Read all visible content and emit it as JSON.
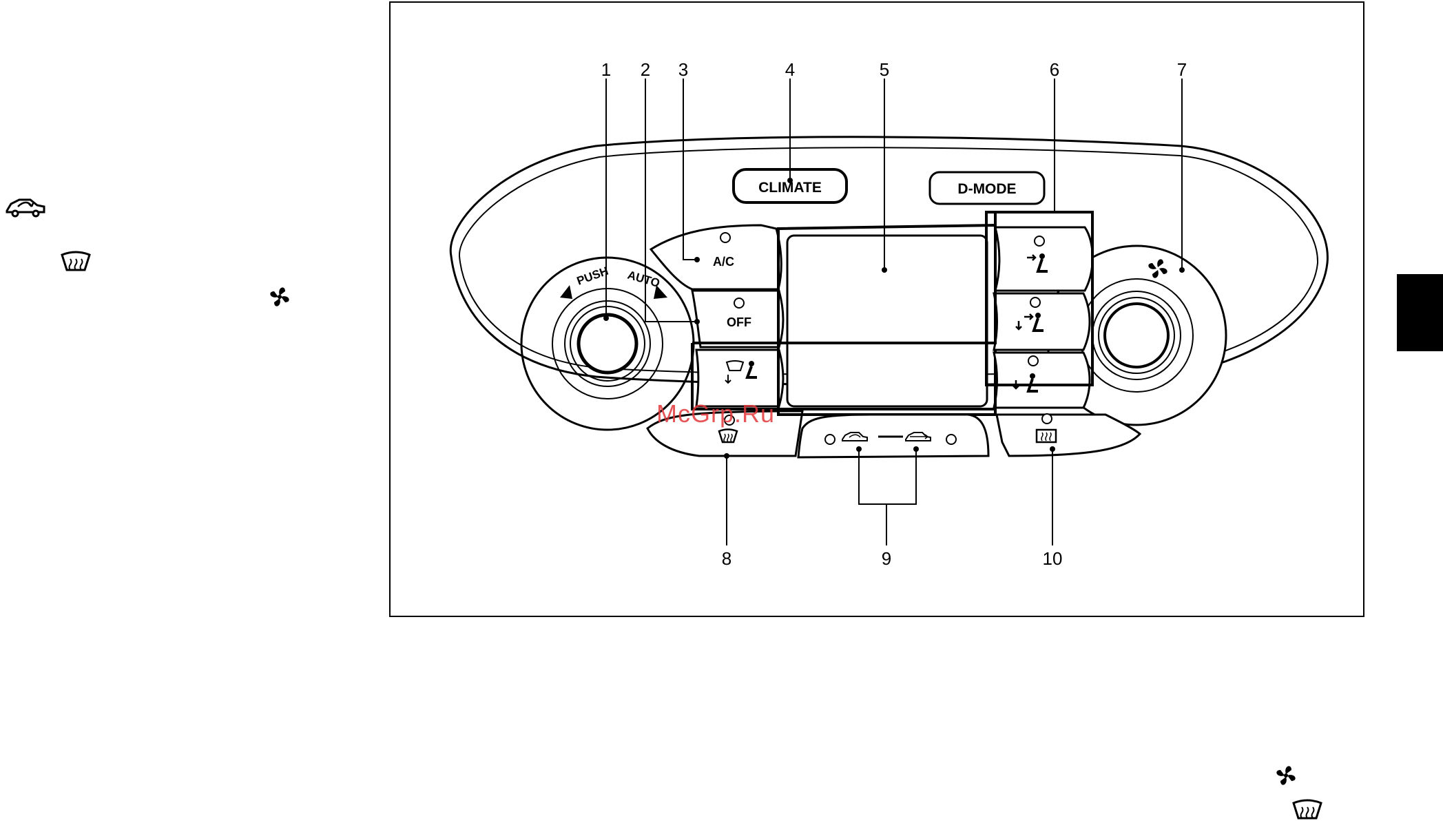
{
  "figure": {
    "buttons": {
      "climate": "CLIMATE",
      "d_mode": "D-MODE",
      "ac": "A/C",
      "off": "OFF"
    },
    "knob_labels": {
      "push": "PUSH",
      "auto": "AUTO"
    },
    "callouts": [
      "1",
      "2",
      "3",
      "4",
      "5",
      "6",
      "7",
      "8",
      "9",
      "10"
    ]
  },
  "watermark": "McGrp.Ru",
  "icons": {
    "left_margin": [
      "recirculation-icon",
      "defroster-icon",
      "fan-icon"
    ],
    "right_margin": [
      "fan-icon",
      "defroster-icon"
    ]
  },
  "colors": {
    "watermark": "#e2393c",
    "ink": "#000000"
  }
}
